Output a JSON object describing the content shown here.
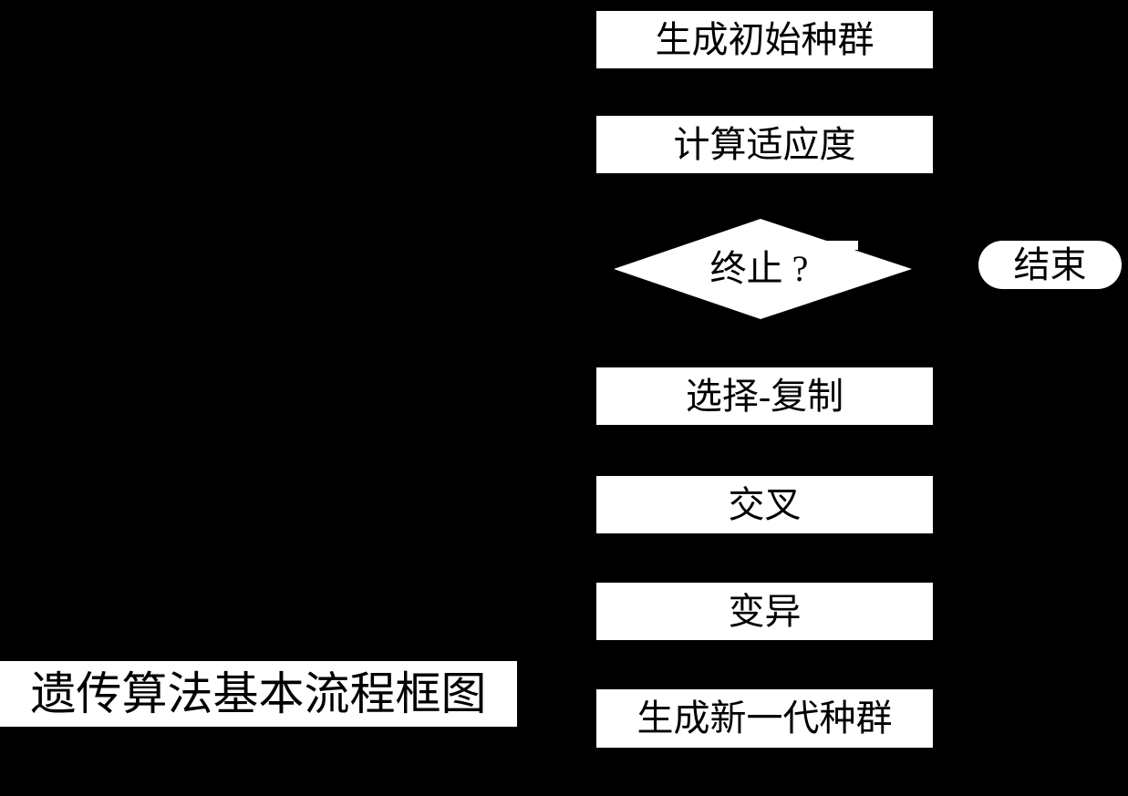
{
  "diagram": {
    "title": "遗传算法基本流程框图",
    "colors": {
      "background": "#000000",
      "node_fill": "#ffffff",
      "node_text": "#000000"
    },
    "nodes": [
      {
        "id": "generate-initial-population",
        "type": "process",
        "label": "生成初始种群"
      },
      {
        "id": "compute-fitness",
        "type": "process",
        "label": "计算适应度"
      },
      {
        "id": "terminate-decision",
        "type": "decision",
        "label": "终止 ?"
      },
      {
        "id": "selection-copy",
        "type": "process",
        "label": "选择-复制"
      },
      {
        "id": "crossover",
        "type": "process",
        "label": "交叉"
      },
      {
        "id": "mutation",
        "type": "process",
        "label": "变异"
      },
      {
        "id": "generate-new-generation",
        "type": "process",
        "label": "生成新一代种群"
      },
      {
        "id": "end",
        "type": "terminal",
        "label": "结束"
      }
    ]
  }
}
